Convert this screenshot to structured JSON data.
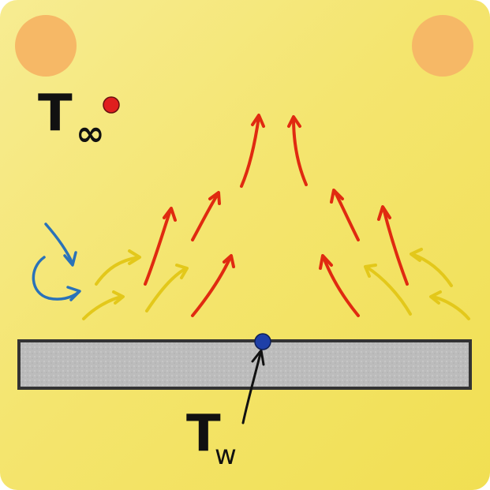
{
  "labels": {
    "ambient_symbol": "T",
    "ambient_subscript": "∞",
    "wall_symbol": "T",
    "wall_subscript": "w"
  },
  "colors": {
    "background": "#f4e56f",
    "corner_dots": "#f6b866",
    "ambient_point": "#e01e1e",
    "wall_point": "#1e3fa8",
    "hot_arrows": "#e02a10",
    "cool_arrows": "#e3c81a",
    "inflow_arrows": "#2a72b8",
    "plate_fill": "#b8b8b8",
    "plate_border": "#333333",
    "pointer_arrow": "#111111"
  }
}
